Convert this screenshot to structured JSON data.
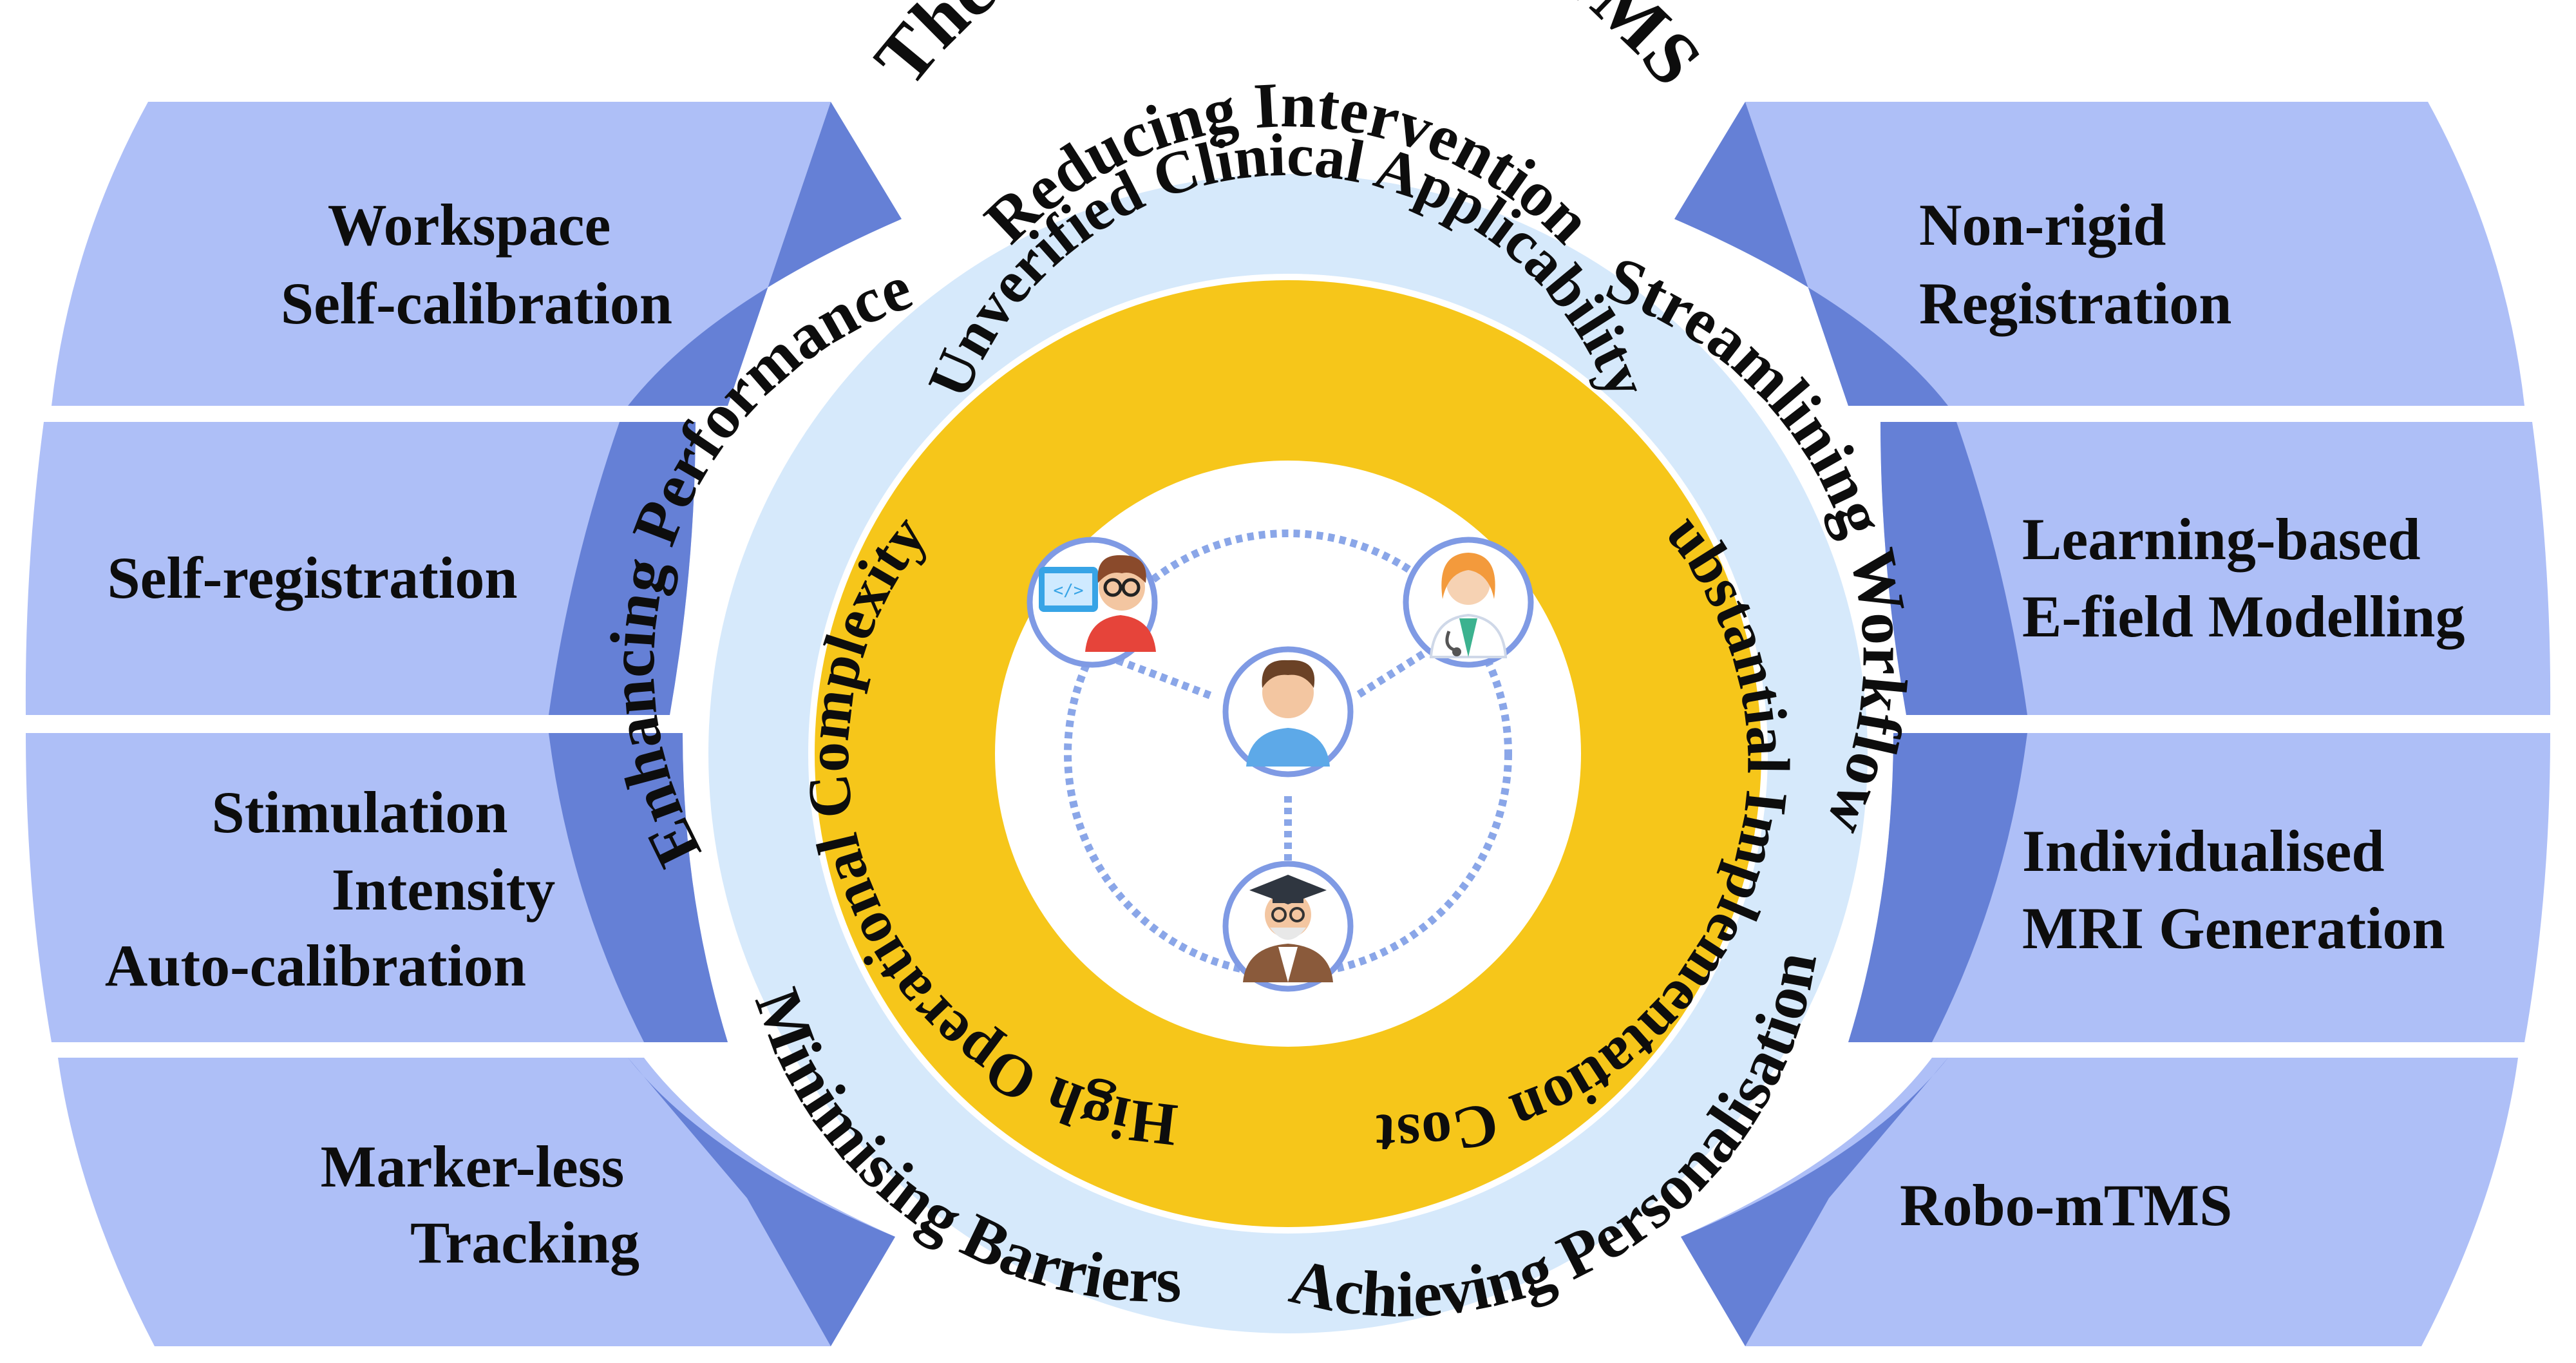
{
  "title": "The Outlook of Robo-TMS",
  "colors": {
    "panel_light": "#aebff7",
    "panel_dark": "#6580d6",
    "ring_light": "#d6e9fb",
    "ring_yellow": "#f6c61a",
    "node_border": "#7f9ae4",
    "connector": "#8aa6e8",
    "text": "#0d0d0d"
  },
  "left_items": [
    {
      "lines": [
        "Workspace",
        "Self-calibration"
      ]
    },
    {
      "lines": [
        "Self-registration"
      ]
    },
    {
      "lines": [
        "Stimulation",
        "Intensity",
        "Auto-calibration"
      ]
    },
    {
      "lines": [
        "Marker-less",
        "Tracking"
      ]
    }
  ],
  "right_items": [
    {
      "lines": [
        "Non-rigid",
        "Registration"
      ]
    },
    {
      "lines": [
        "Learning-based",
        "E-field Modelling"
      ]
    },
    {
      "lines": [
        "Individualised",
        "MRI Generation"
      ]
    },
    {
      "lines": [
        "Robo-mTMS"
      ]
    }
  ],
  "outer_ring": {
    "reducing": "Reducing Intervention",
    "streamlining": "Streamlining Workflow",
    "personalisation": "Achieving Personalisation",
    "barriers": "Minimising Barriers",
    "performance": "Enhancing Performance"
  },
  "inner_ring": {
    "clinical": "Unverified Clinical Applicability",
    "costs": "Substantial Implementation Costs",
    "complexity": "High Operational Complexity"
  },
  "center_nodes": [
    {
      "icon": "developer-icon"
    },
    {
      "icon": "doctor-icon"
    },
    {
      "icon": "patient-icon"
    },
    {
      "icon": "professor-icon"
    }
  ]
}
